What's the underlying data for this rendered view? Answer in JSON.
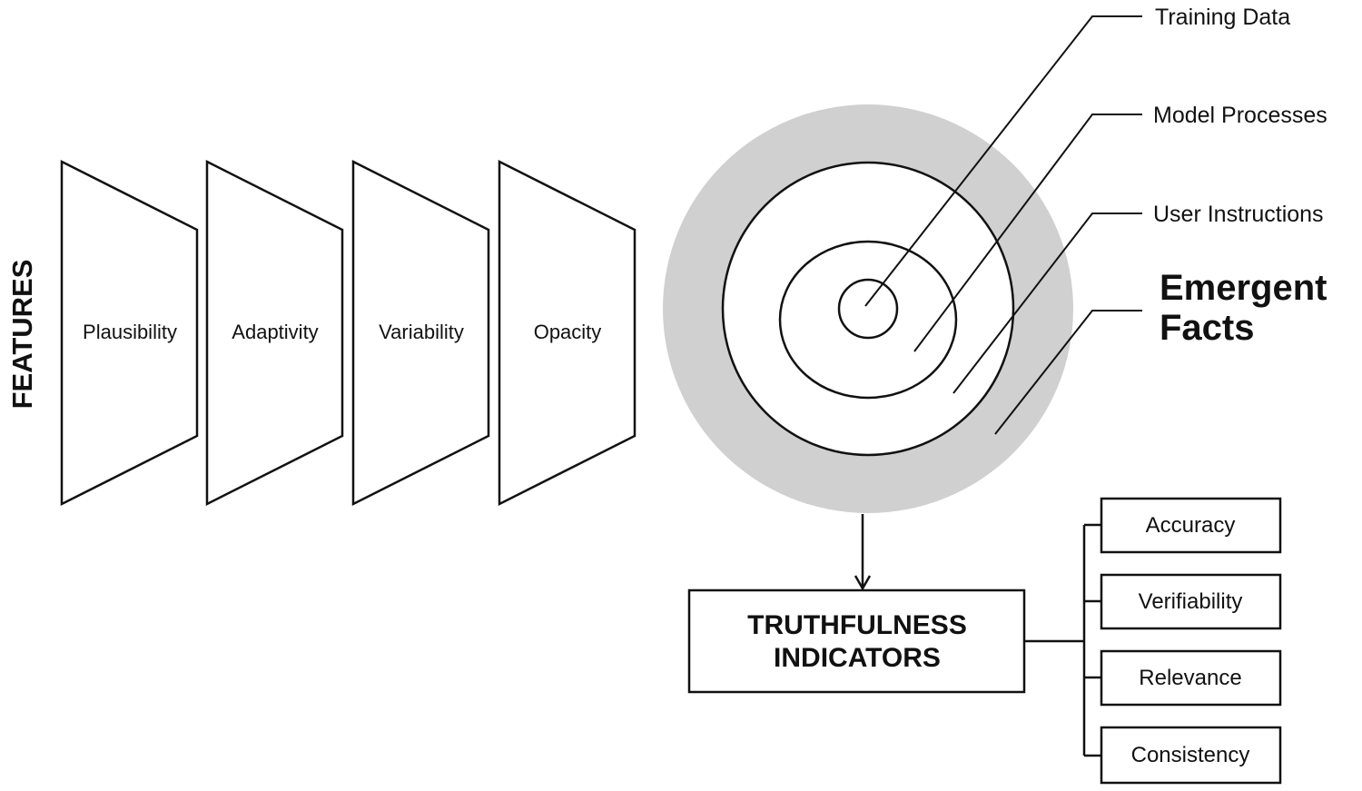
{
  "side_label": "FEATURES",
  "features": [
    {
      "label": "Plausibility"
    },
    {
      "label": "Adaptivity"
    },
    {
      "label": "Variability"
    },
    {
      "label": "Opacity"
    }
  ],
  "rings": [
    {
      "label": "Training Data"
    },
    {
      "label": "Model Processes"
    },
    {
      "label": "User Instructions"
    },
    {
      "label_line1": "Emergent",
      "label_line2": "Facts"
    }
  ],
  "truthfulness_box": {
    "line1": "TRUTHFULNESS",
    "line2": "INDICATORS"
  },
  "indicators": [
    {
      "label": "Accuracy"
    },
    {
      "label": "Verifiability"
    },
    {
      "label": "Relevance"
    },
    {
      "label": "Consistency"
    }
  ],
  "colors": {
    "stroke": "#111111",
    "outer_ring_fill": "#d0d0d0",
    "background": "#ffffff"
  }
}
